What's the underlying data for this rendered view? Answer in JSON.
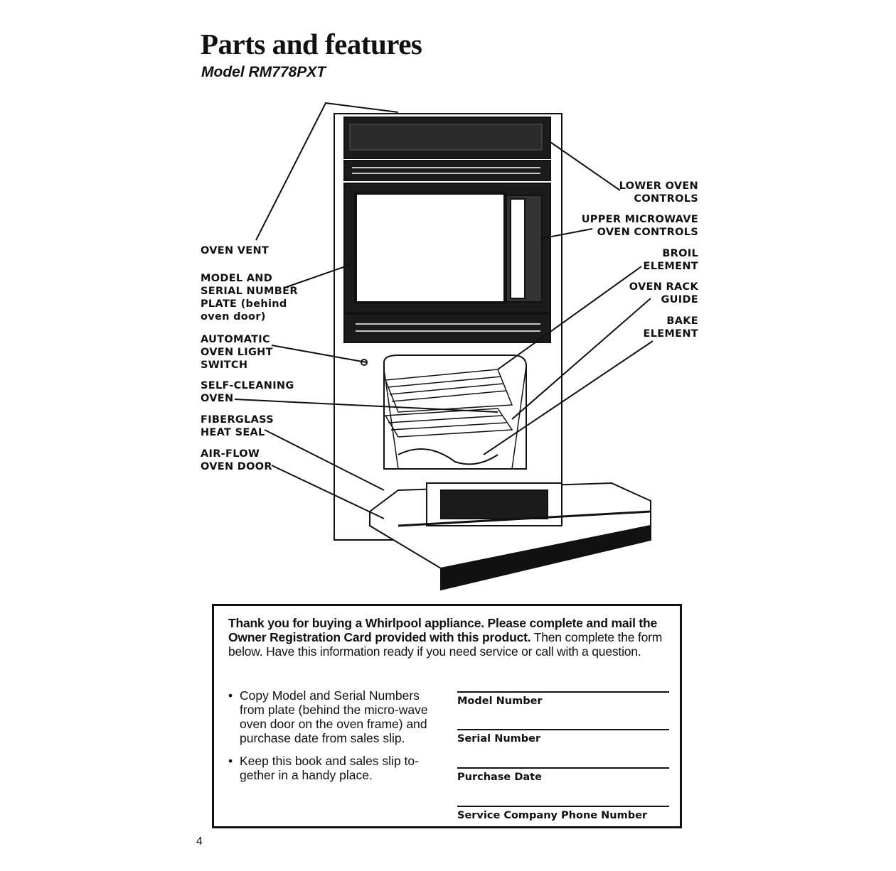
{
  "page": {
    "title": "Parts and features",
    "model": "Model RM778PXT",
    "page_number": "4"
  },
  "labels": {
    "oven_vent": [
      "OVEN VENT"
    ],
    "model_serial": [
      "MODEL AND",
      "SERIAL NUMBER"
    ],
    "model_serial_sub": [
      "PLATE (behind",
      "oven door)"
    ],
    "auto_light": [
      "AUTOMATIC",
      "OVEN LIGHT",
      "SWITCH"
    ],
    "self_cleaning": [
      "SELF-CLEANING",
      "OVEN"
    ],
    "fiberglass": [
      "FIBERGLASS",
      "HEAT SEAL"
    ],
    "airflow": [
      "AIR-FLOW",
      "OVEN DOOR"
    ],
    "lower_controls": [
      "LOWER OVEN",
      "CONTROLS"
    ],
    "upper_controls": [
      "UPPER MICROWAVE",
      "OVEN CONTROLS"
    ],
    "broil": [
      "BROIL",
      "ELEMENT"
    ],
    "rack_guide": [
      "OVEN RACK",
      "GUIDE"
    ],
    "bake": [
      "BAKE",
      "ELEMENT"
    ]
  },
  "registration": {
    "intro_bold": "Thank you for buying a Whirlpool appliance. Please complete and mail the Owner Registration Card provided with this product.",
    "intro_rest": " Then complete the form below. Have this information ready if you need service or call with a question.",
    "bullets": [
      "Copy Model and Serial Numbers from plate (behind the micro-wave oven door on the oven frame) and purchase date from sales slip.",
      "Keep this book and sales slip to-gether in a handy place."
    ],
    "fields": [
      "Model Number",
      "Serial Number",
      "Purchase Date",
      "Service Company Phone Number"
    ]
  }
}
